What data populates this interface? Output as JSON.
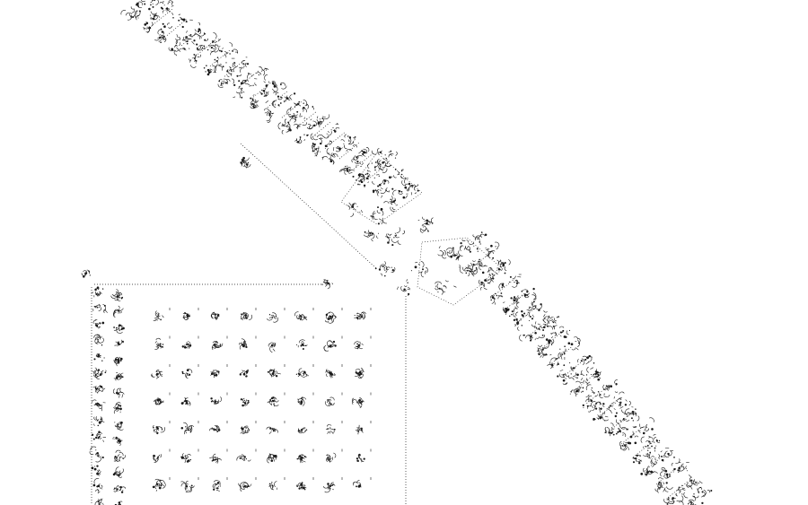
{
  "diagram": {
    "ink_color": "#1a1a1a",
    "background_color": "#ffffff",
    "diagonal_band": {
      "segments": 2,
      "node_clusters_upper": 18,
      "node_clusters_lower": 20
    },
    "grid_panel": {
      "rows": 7,
      "columns": 8,
      "left_column_nodes": 14
    },
    "connectors": 3
  }
}
